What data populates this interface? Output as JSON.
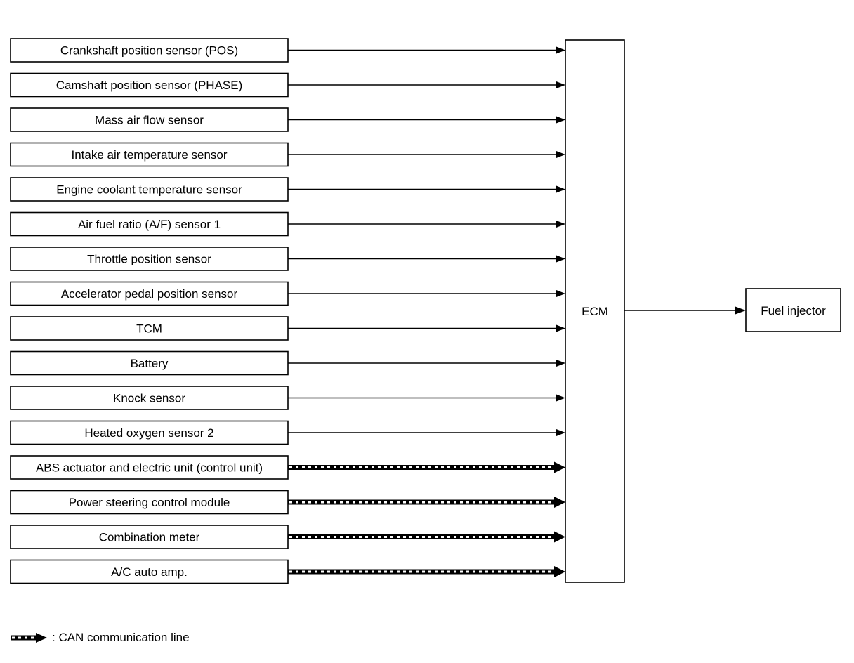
{
  "inputs": [
    {
      "label": "Crankshaft position sensor (POS)",
      "line": "signal"
    },
    {
      "label": "Camshaft position sensor (PHASE)",
      "line": "signal"
    },
    {
      "label": "Mass air flow sensor",
      "line": "signal"
    },
    {
      "label": "Intake air temperature sensor",
      "line": "signal"
    },
    {
      "label": "Engine coolant temperature sensor",
      "line": "signal"
    },
    {
      "label": "Air fuel ratio (A/F) sensor 1",
      "line": "signal"
    },
    {
      "label": "Throttle position sensor",
      "line": "signal"
    },
    {
      "label": "Accelerator pedal position sensor",
      "line": "signal"
    },
    {
      "label": "TCM",
      "line": "signal"
    },
    {
      "label": "Battery",
      "line": "signal"
    },
    {
      "label": "Knock sensor",
      "line": "signal"
    },
    {
      "label": "Heated oxygen sensor 2",
      "line": "signal"
    },
    {
      "label": "ABS actuator and electric unit (control unit)",
      "line": "can"
    },
    {
      "label": "Power steering control module",
      "line": "can"
    },
    {
      "label": "Combination meter",
      "line": "can"
    },
    {
      "label": "A/C auto amp.",
      "line": "can"
    }
  ],
  "controller": {
    "label": "ECM"
  },
  "output": {
    "label": "Fuel injector"
  },
  "legend": {
    "text": ": CAN communication line"
  }
}
